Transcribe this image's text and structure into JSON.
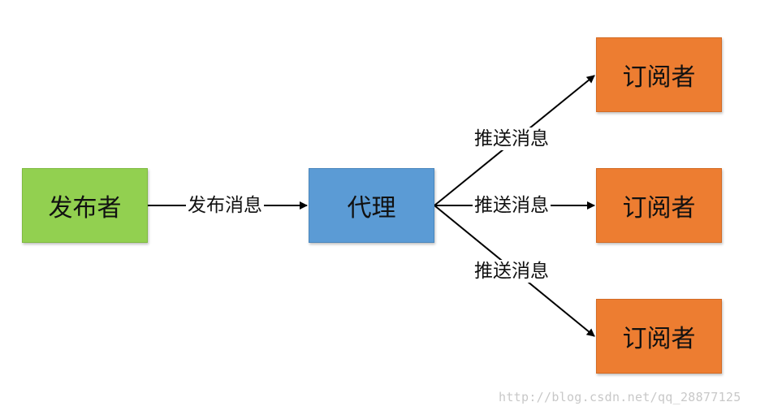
{
  "diagram": {
    "nodes": {
      "publisher": "发布者",
      "broker": "代理",
      "subscribers": [
        "订阅者",
        "订阅者",
        "订阅者"
      ]
    },
    "edges": {
      "publish_label": "发布消息",
      "push_labels": [
        "推送消息",
        "推送消息",
        "推送消息"
      ]
    },
    "colors": {
      "publisher": "#92d050",
      "broker": "#5b9bd5",
      "subscriber": "#ed7d31"
    }
  },
  "watermark": "http://blog.csdn.net/qq_28877125"
}
